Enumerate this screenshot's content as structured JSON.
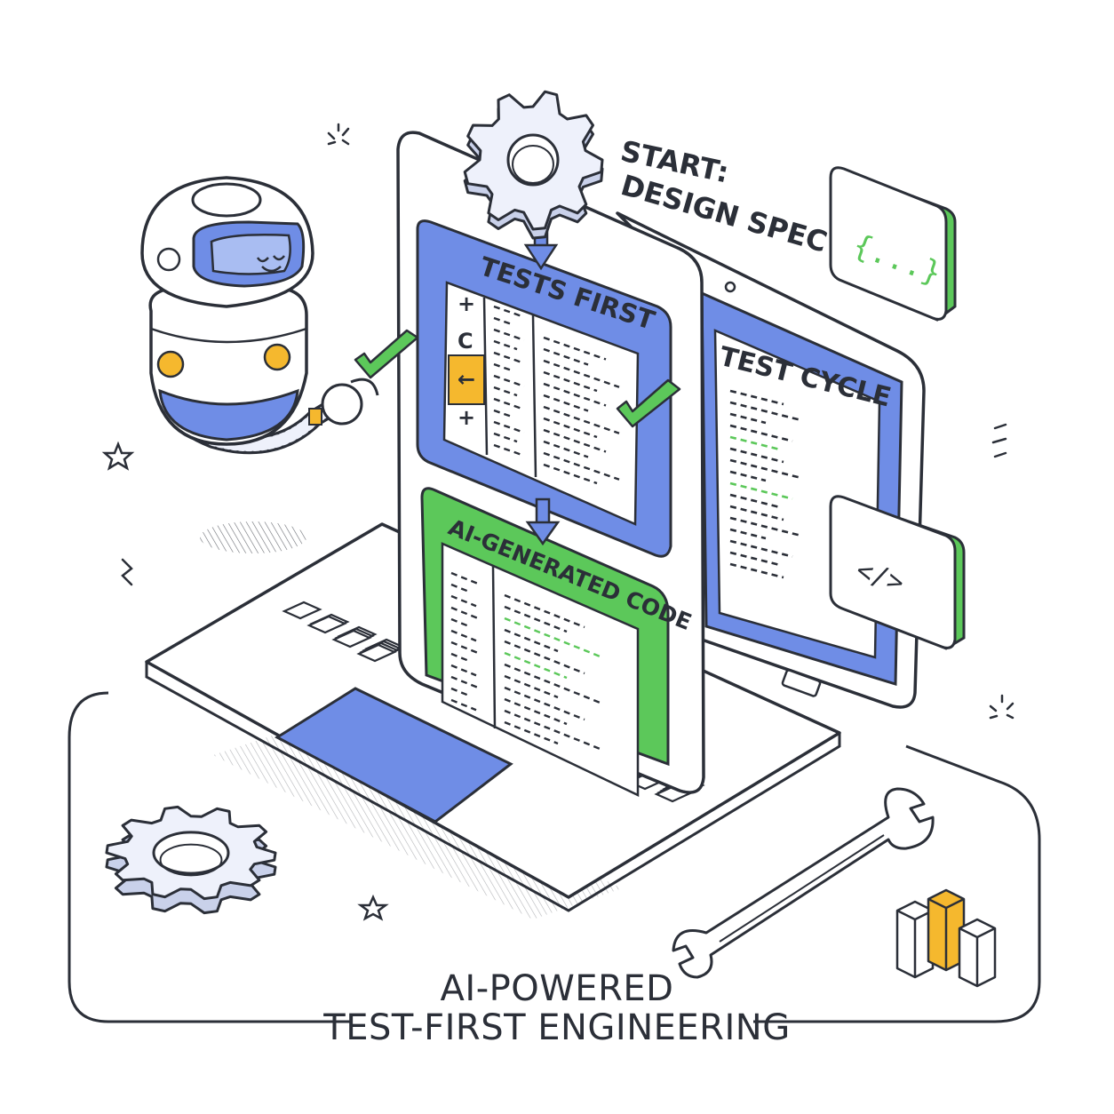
{
  "labels": {
    "start_line1": "START:",
    "start_line2": "DESIGN SPEC",
    "tests_first": "TESTS FIRST",
    "test_cycle": "TEST CYCLE",
    "ai_generated_code": "AI-GENERATED CODE",
    "braces_card": "{...}",
    "code_card": "</>"
  },
  "caption": {
    "line1": "AI-POWERED",
    "line2": "TEST-FIRST ENGINEERING"
  },
  "test_toolbar": [
    "+",
    "C",
    "←",
    "+"
  ],
  "colors": {
    "ink": "#2b2f38",
    "blue": "#6f8de6",
    "blue_light": "#a9bdf2",
    "green": "#5cc85a",
    "amber": "#f5b82e",
    "gear": "#eef1fb"
  }
}
